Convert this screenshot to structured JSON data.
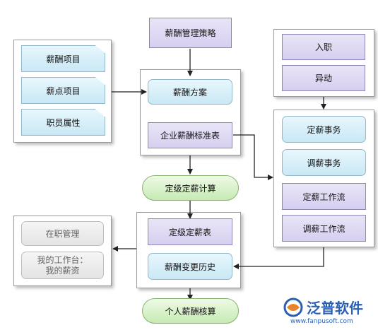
{
  "diagram": {
    "top": "薪酬管理策略",
    "left_docs": [
      "薪酬项目",
      "薪点项目",
      "职员属性"
    ],
    "center_top": [
      "薪酬方案",
      "企业薪酬标准表"
    ],
    "calc1": "定级定薪计算",
    "center_bottom": [
      "定级定薪表",
      "薪酬变更历史"
    ],
    "calc2": "个人薪酬核算",
    "right_top": [
      "入职",
      "异动"
    ],
    "right_bottom": [
      "定薪事务",
      "调薪事务",
      "定薪工作流",
      "调薪工作流"
    ],
    "left_gray": [
      "在职管理",
      "我的工作台：",
      "我的薪资"
    ]
  },
  "logo": {
    "name": "泛普软件",
    "url": "www.fanpusoft.com"
  },
  "colors": {
    "purple": "#d6cff0",
    "blue": "#c9e8f5",
    "green": "#c7eab3",
    "logo_blue": "#2b5fb3"
  }
}
